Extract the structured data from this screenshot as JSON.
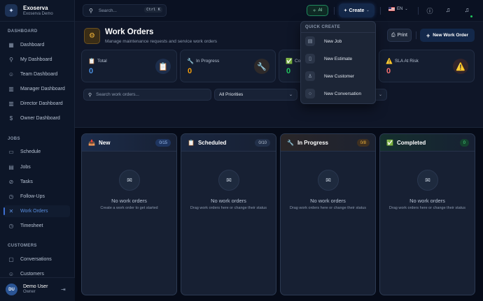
{
  "brand": {
    "name": "Exoserva",
    "subtitle": "Exoserva Demo",
    "logo_icon": "sparkles-icon"
  },
  "sidebar": {
    "sections": [
      {
        "label": "DASHBOARD",
        "items": [
          {
            "label": "Dashboard",
            "icon": "grid-icon"
          },
          {
            "label": "My Dashboard",
            "icon": "wrench-icon"
          },
          {
            "label": "Team Dashboard",
            "icon": "users-icon"
          },
          {
            "label": "Manager Dashboard",
            "icon": "bar-chart-icon"
          },
          {
            "label": "Director Dashboard",
            "icon": "bar-chart-icon"
          },
          {
            "label": "Owner Dashboard",
            "icon": "dollar-circle-icon"
          }
        ]
      },
      {
        "label": "JOBS",
        "items": [
          {
            "label": "Schedule",
            "icon": "calendar-icon"
          },
          {
            "label": "Jobs",
            "icon": "briefcase-icon"
          },
          {
            "label": "Tasks",
            "icon": "check-circle-icon"
          },
          {
            "label": "Follow-Ups",
            "icon": "clock-icon"
          },
          {
            "label": "Work Orders",
            "icon": "tools-icon",
            "active": true
          },
          {
            "label": "Timesheet",
            "icon": "clock-icon"
          }
        ]
      },
      {
        "label": "CUSTOMERS",
        "items": [
          {
            "label": "Conversations",
            "icon": "chat-icon"
          },
          {
            "label": "Customers",
            "icon": "users-icon"
          }
        ]
      }
    ],
    "user": {
      "initials": "DU",
      "name": "Demo User",
      "role": "Owner"
    }
  },
  "topbar": {
    "search_placeholder": "Search...",
    "search_shortcut": "Ctrl K",
    "ai_label": "AI",
    "create_label": "Create",
    "language": "EN"
  },
  "quick_create": {
    "title": "QUICK CREATE",
    "items": [
      {
        "label": "New Job",
        "icon": "briefcase-icon"
      },
      {
        "label": "New Estimate",
        "icon": "clipboard-icon"
      },
      {
        "label": "New Customer",
        "icon": "user-icon"
      },
      {
        "label": "New Conversation",
        "icon": "chat-icon"
      }
    ]
  },
  "page": {
    "title": "Work Orders",
    "subtitle": "Manage maintenance requests and service work orders",
    "print_label": "Print",
    "new_label": "New Work Order"
  },
  "stats": [
    {
      "label": "Total",
      "value": "0",
      "emoji": "📋",
      "color": "#4a90e2"
    },
    {
      "label": "In Progress",
      "value": "0",
      "emoji": "🔧",
      "color": "#f59e0b"
    },
    {
      "label": "Completed",
      "value": "0",
      "emoji": "✅",
      "color": "#22c55e"
    },
    {
      "label": "SLA At Risk",
      "value": "0",
      "emoji": "⚠️",
      "color": "#f87171"
    }
  ],
  "filters": {
    "search_placeholder": "Search work orders...",
    "priority": "All Priorities"
  },
  "columns": [
    {
      "title": "New",
      "emoji": "📥",
      "count": "0/15",
      "empty_title": "No work orders",
      "empty_sub": "Create a work order to get started"
    },
    {
      "title": "Scheduled",
      "emoji": "📋",
      "count": "0/10",
      "empty_title": "No work orders",
      "empty_sub": "Drag work orders here or change their status"
    },
    {
      "title": "In Progress",
      "emoji": "🔧",
      "count": "0/8",
      "empty_title": "No work orders",
      "empty_sub": "Drag work orders here or change their status"
    },
    {
      "title": "Completed",
      "emoji": "✅",
      "count": "0",
      "empty_title": "No work orders",
      "empty_sub": "Drag work orders here or change their status"
    }
  ]
}
